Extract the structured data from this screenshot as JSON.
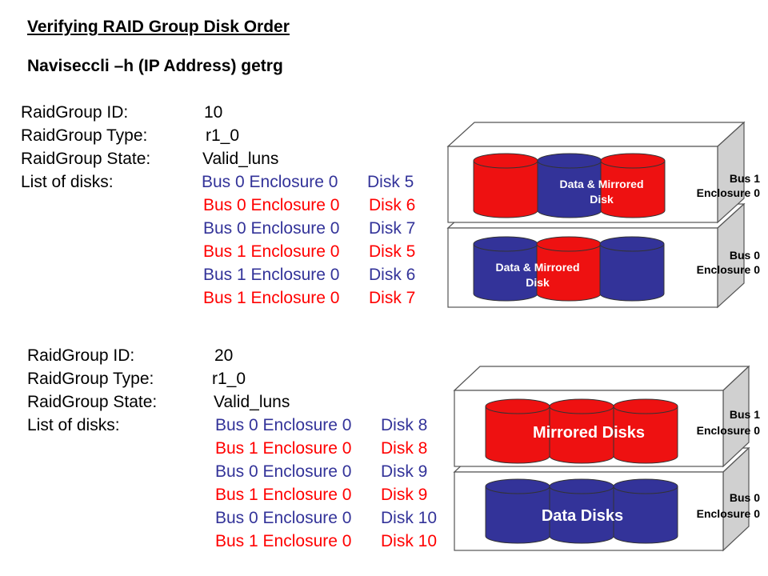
{
  "title": "Verifying RAID Group Disk Order",
  "command": "Naviseccli –h (IP Address) getrg",
  "colors": {
    "blue": "#333399",
    "red": "#ff0000",
    "disk_blue": "#333399",
    "disk_red": "#ee1111"
  },
  "groups": [
    {
      "id_label": "RaidGroup ID:",
      "id_value": "10",
      "type_label": "RaidGroup Type:",
      "type_value": "r1_0",
      "state_label": "RaidGroup State:",
      "state_value": "Valid_luns",
      "disks_label": "List of disks:",
      "disks": [
        {
          "loc": "Bus 0 Enclosure 0",
          "disk": "Disk 5",
          "color": "blue"
        },
        {
          "loc": "Bus 0 Enclosure 0",
          "disk": "Disk 6",
          "color": "red"
        },
        {
          "loc": "Bus 0 Enclosure 0",
          "disk": "Disk 7",
          "color": "blue"
        },
        {
          "loc": "Bus 1 Enclosure 0",
          "disk": "Disk 5",
          "color": "red"
        },
        {
          "loc": "Bus 1 Enclosure 0",
          "disk": "Disk 6",
          "color": "blue"
        },
        {
          "loc": "Bus 1 Enclosure 0",
          "disk": "Disk 7",
          "color": "red"
        }
      ]
    },
    {
      "id_label": "RaidGroup ID:",
      "id_value": "20",
      "type_label": "RaidGroup Type:",
      "type_value": "r1_0",
      "state_label": "RaidGroup State:",
      "state_value": "Valid_luns",
      "disks_label": "List of disks:",
      "disks": [
        {
          "loc": "Bus 0 Enclosure 0",
          "disk": "Disk 8",
          "color": "blue"
        },
        {
          "loc": "Bus 1 Enclosure 0",
          "disk": "Disk 8",
          "color": "red"
        },
        {
          "loc": "Bus 0 Enclosure 0",
          "disk": "Disk 9",
          "color": "blue"
        },
        {
          "loc": "Bus 1 Enclosure 0",
          "disk": "Disk 9",
          "color": "red"
        },
        {
          "loc": "Bus 0 Enclosure 0",
          "disk": "Disk 10",
          "color": "blue"
        },
        {
          "loc": "Bus 1 Enclosure 0",
          "disk": "Disk 10",
          "color": "red"
        }
      ]
    }
  ],
  "diagrams": [
    {
      "top_shelf": {
        "bus": "Bus 1",
        "enclosure": "Enclosure 0",
        "disk_colors": [
          "red",
          "blue",
          "red"
        ],
        "label_line1": "Data & Mirrored",
        "label_line2": "Disk"
      },
      "bottom_shelf": {
        "bus": "Bus 0",
        "enclosure": "Enclosure 0",
        "disk_colors": [
          "blue",
          "red",
          "blue"
        ],
        "label_line1": "Data & Mirrored",
        "label_line2": "Disk"
      }
    },
    {
      "top_shelf": {
        "bus": "Bus 1",
        "enclosure": "Enclosure 0",
        "disk_colors": [
          "red",
          "red",
          "red"
        ],
        "label_line1": "Mirrored Disks",
        "label_line2": ""
      },
      "bottom_shelf": {
        "bus": "Bus 0",
        "enclosure": "Enclosure 0",
        "disk_colors": [
          "blue",
          "blue",
          "blue"
        ],
        "label_line1": "Data Disks",
        "label_line2": ""
      }
    }
  ]
}
